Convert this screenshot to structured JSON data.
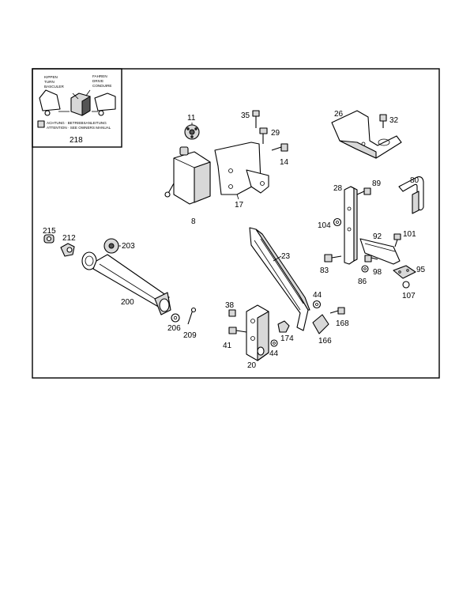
{
  "diagram": {
    "callouts": {
      "p218": "218",
      "p11": "11",
      "p35": "35",
      "p29": "29",
      "p14": "14",
      "p8": "8",
      "p17": "17",
      "p26": "26",
      "p32": "32",
      "p80": "80",
      "p28": "28",
      "p89": "89",
      "p104": "104",
      "p92": "92",
      "p101": "101",
      "p83": "83",
      "p86": "86",
      "p98": "98",
      "p95": "95",
      "p107": "107",
      "p215": "215",
      "p212": "212",
      "p203": "203",
      "p200": "200",
      "p206": "206",
      "p209": "209",
      "p23": "23",
      "p38": "38",
      "p41": "41",
      "p20": "20",
      "p174": "174",
      "p44a": "44",
      "p44b": "44",
      "p166": "166",
      "p168": "168"
    },
    "label_218": {
      "line1": "KIPPEN",
      "line2": "TURN",
      "line3": "BASCULER",
      "line4": "FAHREN",
      "line5": "DRIVE",
      "line6": "CONDUIRE",
      "warning1": "ACHTUNG · BETRIEBSANLEITUNG",
      "warning2": "ATTENTION · SEE OWNERS MANUAL"
    }
  }
}
